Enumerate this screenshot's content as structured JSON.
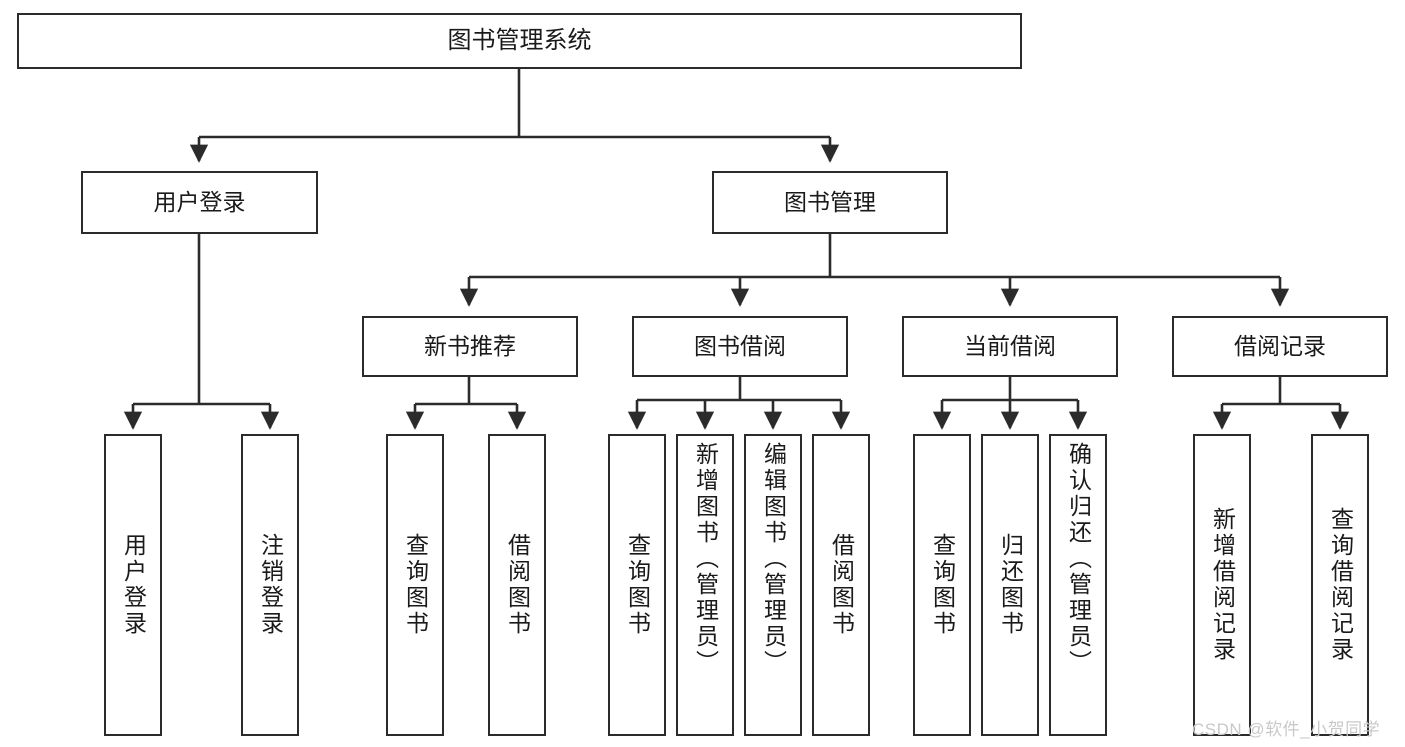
{
  "diagram": {
    "title": "图书管理系统",
    "type": "tree-hierarchy",
    "orientation": "top-down",
    "colors": {
      "node_border": "#2b2b2b",
      "node_fill": "#ffffff",
      "edge": "#2b2b2b",
      "text": "#1a1a1a",
      "watermark": "#c9c9c9",
      "background": "#ffffff"
    },
    "watermark": "CSDN @软件_小贺同学"
  },
  "nodes": {
    "root": {
      "label": "图书管理系统"
    },
    "level2": [
      {
        "id": "user-login",
        "label": "用户登录"
      },
      {
        "id": "book-manage",
        "label": "图书管理"
      }
    ],
    "level3": [
      {
        "id": "new-book-recommend",
        "label": "新书推荐"
      },
      {
        "id": "book-borrow",
        "label": "图书借阅"
      },
      {
        "id": "current-borrow",
        "label": "当前借阅"
      },
      {
        "id": "borrow-record",
        "label": "借阅记录"
      }
    ],
    "leaves": {
      "user_login": [
        {
          "id": "leaf-user-login",
          "label": "用户登录"
        },
        {
          "id": "leaf-user-logout",
          "label": "注销登录"
        }
      ],
      "new_book_recommend": [
        {
          "id": "leaf-query-book-1",
          "label": "查询图书"
        },
        {
          "id": "leaf-borrow-book-1",
          "label": "借阅图书"
        }
      ],
      "book_borrow": [
        {
          "id": "leaf-query-book-2",
          "label": "查询图书"
        },
        {
          "id": "leaf-add-book",
          "label": "新增图书（管理员）"
        },
        {
          "id": "leaf-edit-book",
          "label": "编辑图书（管理员）"
        },
        {
          "id": "leaf-borrow-book-2",
          "label": "借阅图书"
        }
      ],
      "current_borrow": [
        {
          "id": "leaf-query-book-3",
          "label": "查询图书"
        },
        {
          "id": "leaf-return-book",
          "label": "归还图书"
        },
        {
          "id": "leaf-confirm-return",
          "label": "确认归还（管理员）"
        }
      ],
      "borrow_record": [
        {
          "id": "leaf-add-record",
          "label": "新增借阅记录"
        },
        {
          "id": "leaf-query-record",
          "label": "查询借阅记录"
        }
      ]
    }
  }
}
